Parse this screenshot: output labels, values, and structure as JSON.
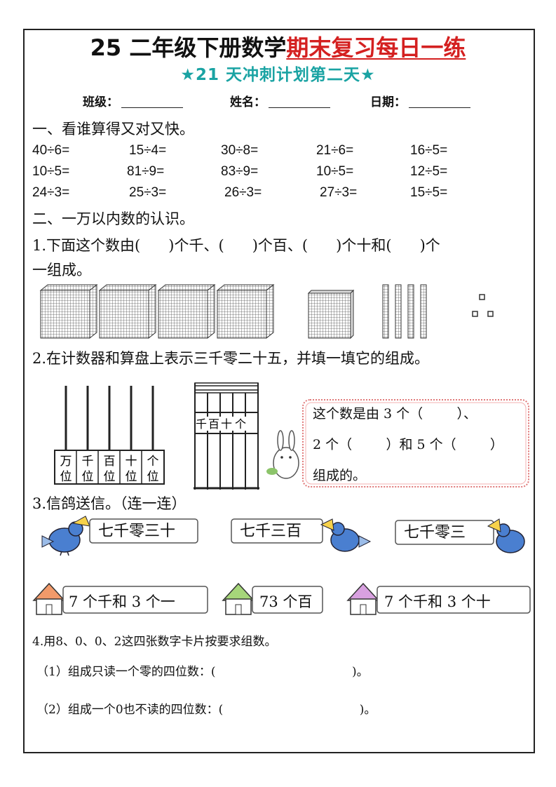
{
  "header": {
    "title_prefix": "25 二年级下册数学",
    "title_highlight": "期末复习每日一练",
    "subtitle": "★21 天冲刺计划第二天★"
  },
  "info": {
    "class_label": "班级：",
    "name_label": "姓名：",
    "date_label": "日期："
  },
  "section1": {
    "heading": "一、看谁算得又对又快。",
    "row1": [
      "40÷6=",
      "15÷4=",
      "30÷8=",
      "21÷6=",
      "16÷5="
    ],
    "row2": [
      "10÷5=",
      "81÷9=",
      "83÷9=",
      "10÷5=",
      "12÷5="
    ],
    "row3": [
      "24÷3=",
      "25÷3=",
      "26÷3=",
      "27÷3=",
      "15÷5="
    ]
  },
  "section2": {
    "heading": "二、一万以内数的认识。",
    "q1": {
      "line1": "1.下面这个数由(      )个千、(      )个百、(      )个十和(      )个",
      "line2": "一组成。",
      "blocks": {
        "thousands": 4,
        "hundreds": 1,
        "tens": 4,
        "ones": 3
      }
    },
    "q2": {
      "text": "2.在计数器和算盘上表示三千零二十五，并填一填它的组成。",
      "counter_labels": [
        "万位",
        "千位",
        "百位",
        "十位",
        "个位"
      ],
      "abacus_labels": [
        "千",
        "百",
        "十",
        "个"
      ],
      "bubble_line1": "这个数是由 3 个（        ）、",
      "bubble_line2": "2 个（        ）和 5 个（        ）",
      "bubble_line3": "组成的。"
    },
    "q3": {
      "text": "3.信鸽送信。（连一连）",
      "letters": [
        "七千零三十",
        "七千三百",
        "七千零三"
      ],
      "houses": [
        "7 个千和 3 个一",
        "73 个百",
        "7 个千和 3 个十"
      ]
    },
    "q4": {
      "text": "4.用8、0、0、2这四张数字卡片按要求组数。",
      "sub1": "（1）组成只读一个零的四位数：(                                    )。",
      "sub2": "（2）组成一个0也不读的四位数：(                                    )。"
    }
  },
  "colors": {
    "title_red": "#d42020",
    "subtitle_teal": "#1aa3a3",
    "bubble_border": "#e07878",
    "bird_blue": "#4a7fd0"
  }
}
